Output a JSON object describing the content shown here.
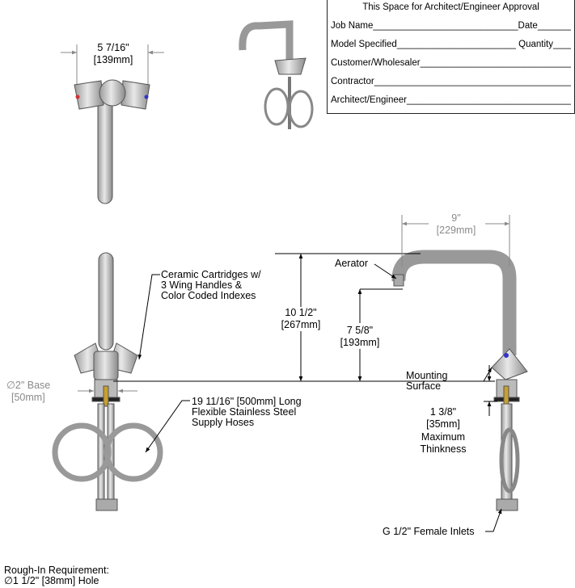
{
  "approval": {
    "title": "This Space for Architect/Engineer Approval",
    "job_name": "Job Name",
    "date": "Date",
    "model_specified": "Model Specified",
    "quantity": "Quantity",
    "customer": "Customer/Wholesaler",
    "contractor": "Contractor",
    "architect": "Architect/Engineer"
  },
  "dims": {
    "top_width_in": "5 7/16\"",
    "top_width_mm": "[139mm]",
    "height_in": "10 1/2\"",
    "height_mm": "[267mm]",
    "reach_in": "9\"",
    "reach_mm": "[229mm]",
    "spout_in": "7 5/8\"",
    "spout_mm": "[193mm]",
    "base_in": "∅2\" Base",
    "base_mm": "[50mm]",
    "thick_in": "1 3/8\"",
    "thick_mm": "[35mm]",
    "thick_label1": "Maximum",
    "thick_label2": "Thinkness"
  },
  "callouts": {
    "cartridges": [
      "Ceramic Cartridges w/",
      "3 Wing Handles &",
      "Color Coded Indexes"
    ],
    "hoses": [
      "19 11/16\" [500mm] Long",
      "Flexible Stainless Steel",
      "Supply Hoses"
    ],
    "aerator": "Aerator",
    "mounting": [
      "Mounting",
      "Surface"
    ],
    "inlets": "G 1/2\" Female Inlets"
  },
  "rough_in": {
    "title": "Rough-In Requirement:",
    "value": "∅1 1/2\" [38mm] Hole"
  }
}
